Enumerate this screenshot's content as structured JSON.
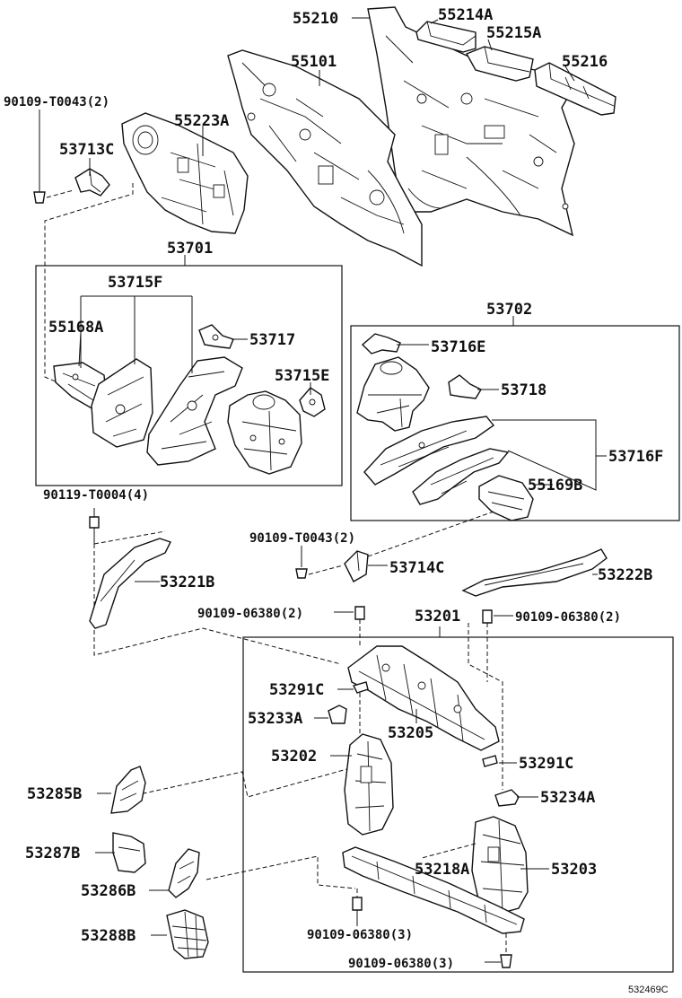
{
  "labels": {
    "p55210": "55210",
    "p55214A": "55214A",
    "p55215A": "55215A",
    "p55216": "55216",
    "p55101": "55101",
    "p90109_T0043_top": "90109-T0043(2)",
    "p55223A": "55223A",
    "p53713C": "53713C",
    "p53701": "53701",
    "p53715F": "53715F",
    "p55168A": "55168A",
    "p53717": "53717",
    "p53715E": "53715E",
    "p53702": "53702",
    "p53716E": "53716E",
    "p53718": "53718",
    "p53716F": "53716F",
    "p55169B": "55169B",
    "p90119_T0004": "90119-T0004(4)",
    "p90109_T0043_mid": "90109-T0043(2)",
    "p53714C": "53714C",
    "p53221B": "53221B",
    "p53222B": "53222B",
    "p90109_06380_left": "90109-06380(2)",
    "p53201": "53201",
    "p90109_06380_right": "90109-06380(2)",
    "p53291C_top": "53291C",
    "p53233A": "53233A",
    "p53205": "53205",
    "p53202": "53202",
    "p53291C_bottom": "53291C",
    "p53285B": "53285B",
    "p53234A": "53234A",
    "p53287B": "53287B",
    "p53218A": "53218A",
    "p53203": "53203",
    "p53286B": "53286B",
    "p90109_06380_bottom1": "90109-06380(3)",
    "p53288B": "53288B",
    "p90109_06380_bottom2": "90109-06380(3)"
  },
  "diagram_code": "532469C"
}
